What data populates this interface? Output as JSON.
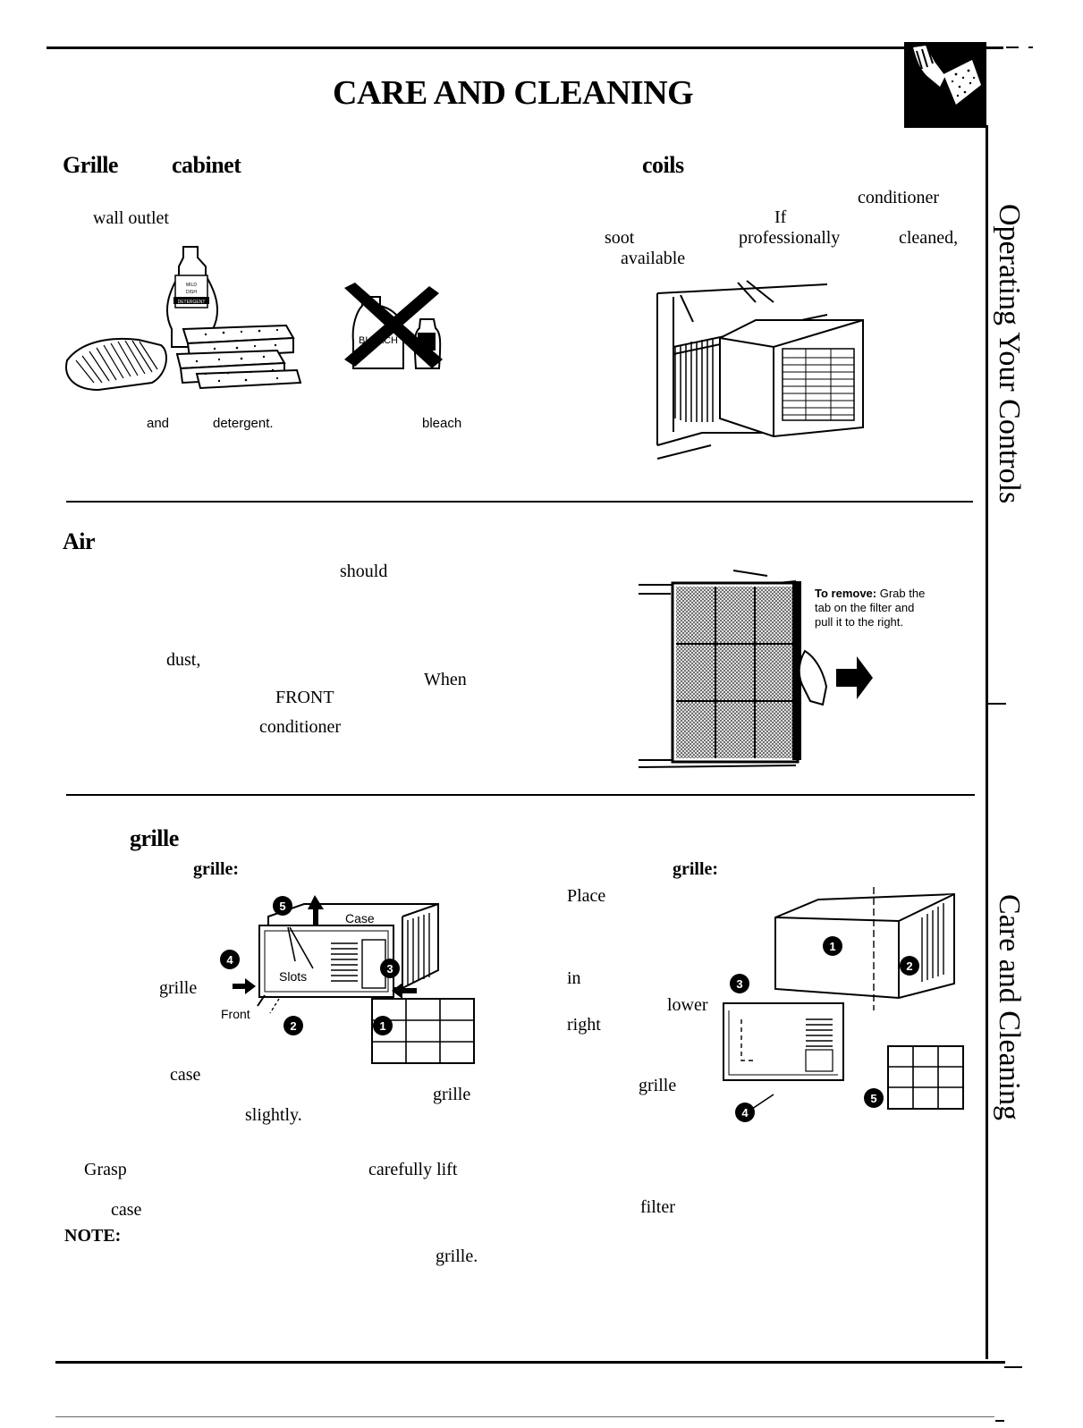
{
  "page": {
    "title": "CARE AND CLEANING"
  },
  "side_tabs": {
    "upper": "Operating Your Controls",
    "lower": "Care and Cleaning"
  },
  "grille_cabinet": {
    "heading_word1": "Grille",
    "heading_word2": "cabinet",
    "text_wall_outlet": "wall outlet",
    "caption_and": "and",
    "caption_detergent": "detergent.",
    "caption_bleach": "bleach",
    "bottle_label": "MILD DISH DETERGENT",
    "bleach_label": "BLEACH"
  },
  "coils": {
    "heading": "coils",
    "text_conditioner": "conditioner",
    "text_if": "If",
    "text_soot": "soot",
    "text_professionally": "professionally",
    "text_cleaned": "cleaned,",
    "text_available": "available"
  },
  "air_filter": {
    "heading": "Air",
    "text_should": "should",
    "text_dust": "dust,",
    "text_when": "When",
    "text_front": "FRONT",
    "text_conditioner": "conditioner",
    "remove_label": "To remove:",
    "remove_text_1": "Grab the",
    "remove_text_2": "tab on the filter and",
    "remove_text_3": "pull it to the right."
  },
  "front_grille": {
    "heading": "grille",
    "remove_heading": "grille:",
    "replace_heading": "grille:",
    "text_grille_left": "grille",
    "text_case": "case",
    "text_grille_mid": "grille",
    "text_slightly": "slightly.",
    "text_grasp": "Grasp",
    "text_carefully_lift": "carefully lift",
    "text_case2": "case",
    "note_label": "NOTE:",
    "text_grille_end": "grille.",
    "text_place": "Place",
    "text_in": "in",
    "text_lower": "lower",
    "text_right": "right",
    "text_grille_right": "grille",
    "text_filter": "filter",
    "diagram_case": "Case",
    "diagram_slots": "Slots",
    "diagram_front": "Front"
  },
  "steps_left": [
    "1",
    "2",
    "3",
    "4",
    "5"
  ],
  "steps_right": [
    "1",
    "2",
    "3",
    "4",
    "5"
  ]
}
